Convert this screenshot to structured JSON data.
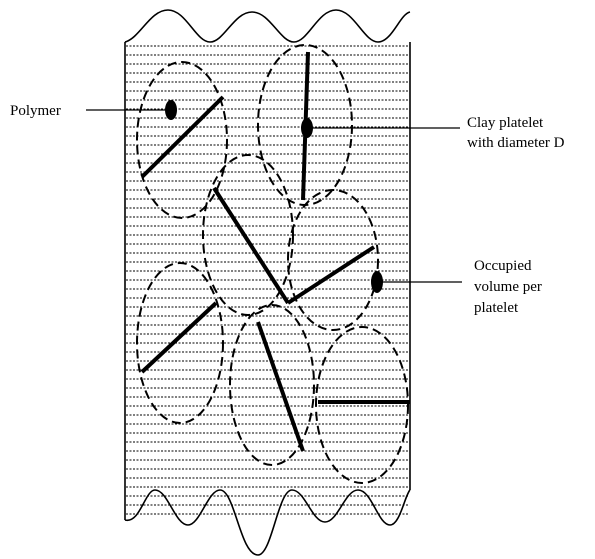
{
  "labels": {
    "polymer": "Polymer",
    "clay_platelet_line1": "Clay platelet",
    "clay_platelet_line2": "with diameter D",
    "occupied_line1": "Occupied",
    "occupied_line2": "volume per",
    "occupied_line3": "platelet"
  },
  "colors": {
    "ink": "#000000",
    "background": "#ffffff"
  }
}
